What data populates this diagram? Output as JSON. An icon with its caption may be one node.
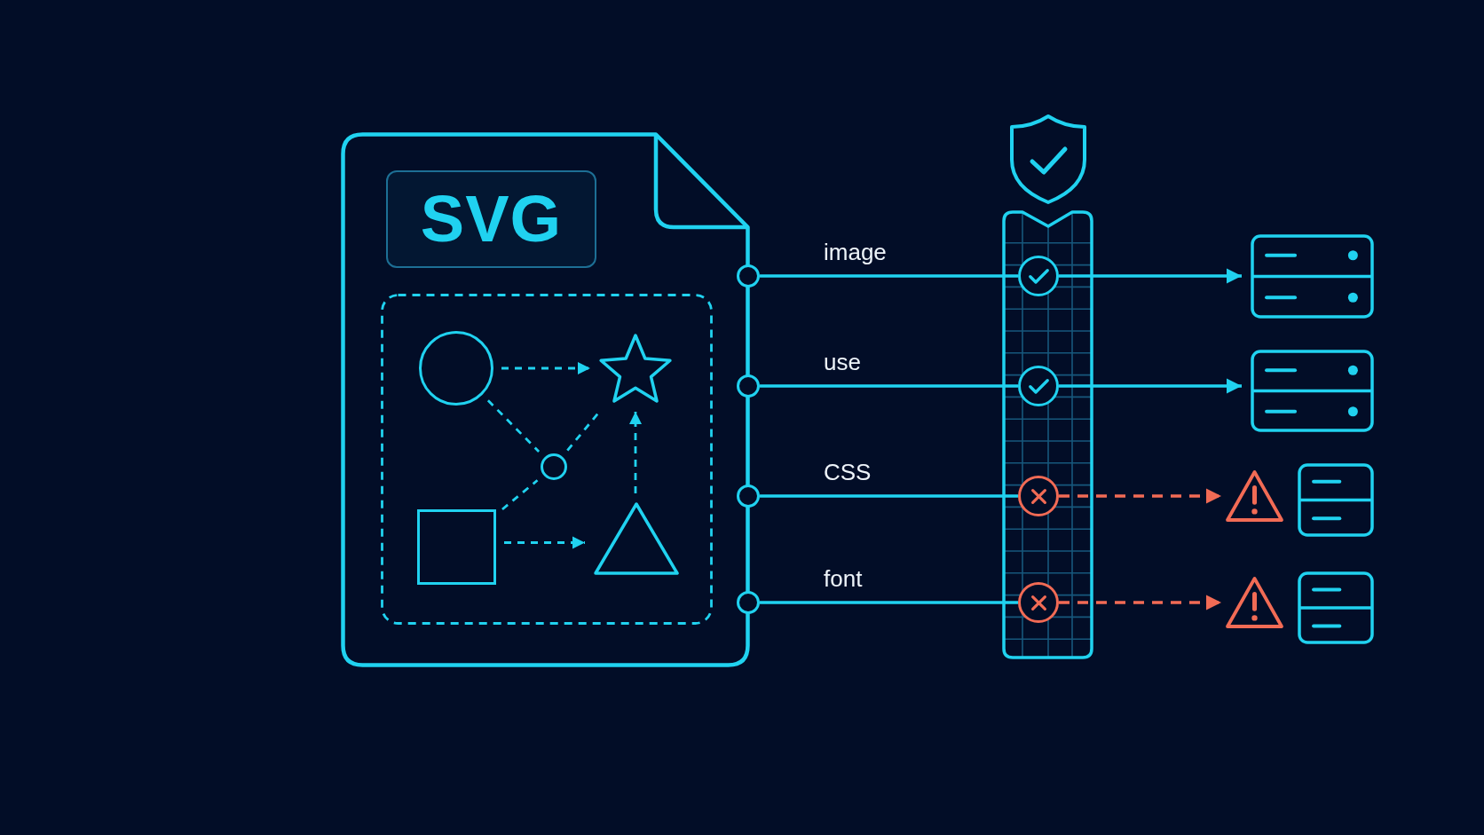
{
  "diagram": {
    "nodes": [
      {
        "text": [],
        "shape": "document"
      },
      {
        "text": [
          "SVG"
        ],
        "in": 0
      },
      {
        "text": [],
        "shape": "box",
        "in": 0
      },
      {
        "text": [],
        "shape": "circle",
        "in": 2
      },
      {
        "text": [],
        "shape": "star",
        "in": 2
      },
      {
        "text": [],
        "shape": "circle",
        "in": 2
      },
      {
        "text": [],
        "shape": "square",
        "in": 2
      },
      {
        "text": [],
        "shape": "triangle",
        "in": 2
      },
      {
        "text": [],
        "shape": "circle"
      },
      {
        "text": [],
        "shape": "circle"
      },
      {
        "text": [],
        "shape": "circle"
      },
      {
        "text": [],
        "shape": "circle"
      },
      {
        "text": [],
        "shape": "bar"
      },
      {
        "text": [],
        "shape": "circle",
        "in": 12
      },
      {
        "text": [],
        "shape": "circle",
        "in": 12
      },
      {
        "text": [],
        "shape": "circle",
        "in": 12
      },
      {
        "text": [],
        "shape": "circle",
        "in": 12
      },
      {
        "text": [],
        "shape": "picture"
      },
      {
        "text": [],
        "shape": "picture"
      },
      {
        "text": [],
        "shape": "triangle"
      },
      {
        "text": [],
        "shape": "picture"
      },
      {
        "text": [],
        "shape": "triangle"
      },
      {
        "text": [],
        "shape": "picture"
      }
    ],
    "edges": [
      {
        "from": 3,
        "to": 4,
        "arrow": "to",
        "style": "dashed"
      },
      {
        "from": 3,
        "to": 5,
        "arrow": "none",
        "style": "dashed"
      },
      {
        "from": 5,
        "to": 4,
        "arrow": "none",
        "style": "dashed"
      },
      {
        "from": 6,
        "to": 5,
        "arrow": "none",
        "style": "dashed"
      },
      {
        "from": 6,
        "to": 7,
        "arrow": "to",
        "style": "dashed"
      },
      {
        "from": 7,
        "to": 4,
        "arrow": "to",
        "style": "dashed"
      },
      {
        "from": 8,
        "to": 13,
        "arrow": "none",
        "label": "image"
      },
      {
        "from": 9,
        "to": 14,
        "arrow": "none",
        "label": "use"
      },
      {
        "from": 10,
        "to": 15,
        "arrow": "none",
        "label": "CSS"
      },
      {
        "from": 11,
        "to": 16,
        "arrow": "none",
        "label": "font"
      },
      {
        "from": 13,
        "to": 17,
        "arrow": "to"
      },
      {
        "from": 14,
        "to": 18,
        "arrow": "to"
      },
      {
        "from": 15,
        "to": 19,
        "arrow": "to",
        "style": "dashed",
        "color": "#f26b55"
      },
      {
        "from": 16,
        "to": 21,
        "arrow": "to",
        "style": "dashed",
        "color": "#f26b55"
      }
    ]
  }
}
